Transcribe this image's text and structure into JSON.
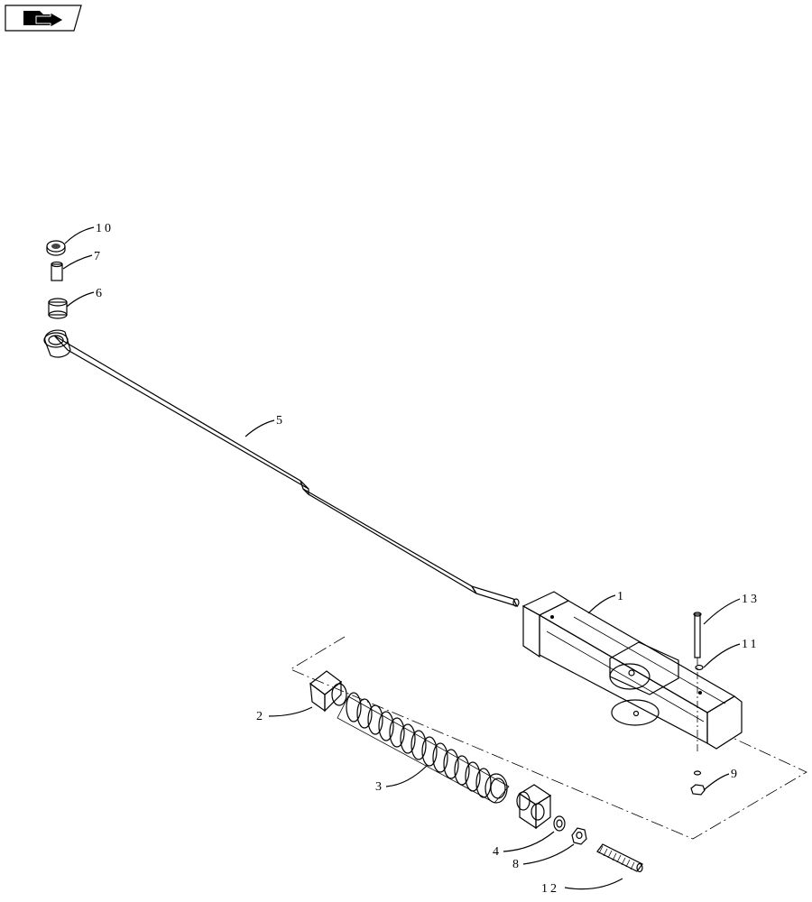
{
  "header": {
    "icon": "folder-arrow-icon"
  },
  "callouts": {
    "c1": "1",
    "c2": "2",
    "c3": "3",
    "c4": "4",
    "c5": "5",
    "c6": "6",
    "c7": "7",
    "c8": "8",
    "c9": "9",
    "c10": "10",
    "c11": "11",
    "c12": "12",
    "c13": "13"
  },
  "colors": {
    "line": "#000000",
    "part_fill": "#ffffff",
    "part_shade": "#c8c8c8"
  }
}
